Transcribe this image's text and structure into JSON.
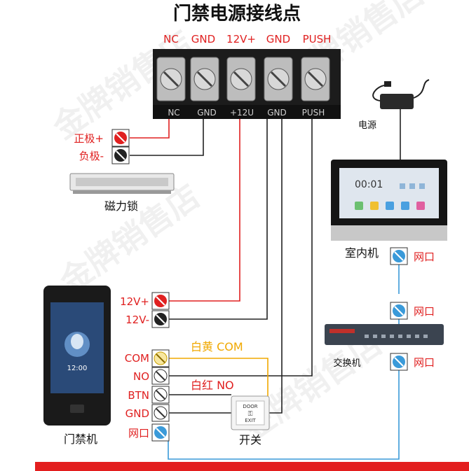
{
  "title": "门禁电源接线点",
  "psu": {
    "header_labels": [
      "NC",
      "GND",
      "12V+",
      "GND",
      "PUSH"
    ],
    "body_labels": [
      "NC",
      "GND",
      "+12U",
      "GND",
      "PUSH"
    ]
  },
  "maglock": {
    "name": "磁力锁",
    "pos_label": "正极+",
    "neg_label": "负极-"
  },
  "power_adapter": {
    "name": "电源"
  },
  "indoor_unit": {
    "name": "室内机",
    "time": "00:01",
    "port_label": "网口"
  },
  "switch": {
    "name": "交换机",
    "port_label": "网口",
    "mid_port_label": "网口"
  },
  "access_terminal": {
    "name": "门禁机",
    "screen_time": "12:00",
    "terms": [
      "12V+",
      "12V-",
      "COM",
      "NO",
      "BTN",
      "GND",
      "网口"
    ]
  },
  "wire_notes": {
    "com": "白黄  COM",
    "no": "白红  NO"
  },
  "exit_button": {
    "name": "开关",
    "face_top": "DOOR",
    "face_bottom": "EXIT"
  },
  "watermark": "金牌销售店",
  "colors": {
    "red": "#e02020",
    "black": "#222222",
    "yellow": "#f0a800",
    "blue": "#3a9ad9",
    "bar": "#e31e1e"
  }
}
